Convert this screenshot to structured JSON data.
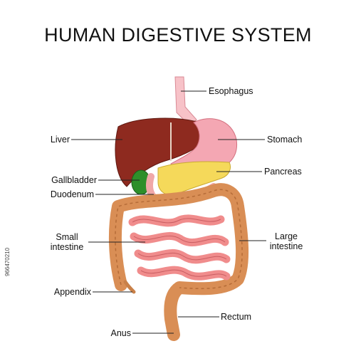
{
  "title": "HUMAN DIGESTIVE SYSTEM",
  "labels": {
    "esophagus": "Esophagus",
    "liver": "Liver",
    "stomach": "Stomach",
    "gallbladder": "Gallbladder",
    "pancreas": "Pancreas",
    "duodenum": "Duodenum",
    "small_intestine_line1": "Small",
    "small_intestine_line2": "intestine",
    "large_intestine_line1": "Large",
    "large_intestine_line2": "intestine",
    "appendix": "Appendix",
    "rectum": "Rectum",
    "anus": "Anus"
  },
  "stock_id": "966470210",
  "colors": {
    "liver": "#8e2a1f",
    "stomach": "#f4a7b3",
    "esophagus": "#f7c2c8",
    "gallbladder": "#2e8f2a",
    "pancreas": "#f5d95a",
    "small_intestine": "#f08c8c",
    "large_intestine": "#d98e55",
    "leader_lines": "#222222"
  }
}
